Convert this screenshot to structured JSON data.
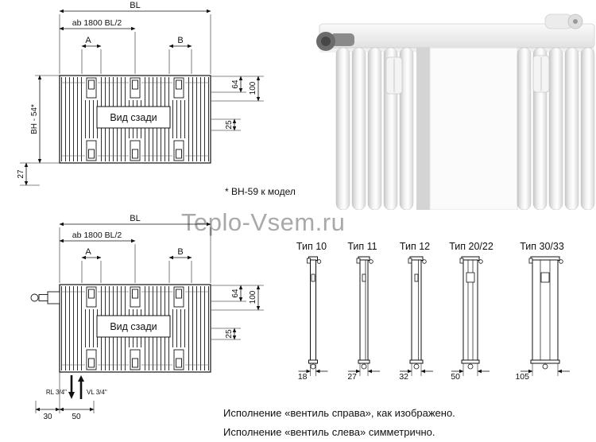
{
  "watermark": "Teplo-Vsem.ru",
  "note": "* BH-59 к модел",
  "drawing_top": {
    "bl": "BL",
    "ab": "ab 1800 BL/2",
    "a": "A",
    "b": "B",
    "d64": "64",
    "d100": "100",
    "d25": "25",
    "bh": "BH - 54*",
    "d27": "27",
    "view": "Вид сзади"
  },
  "drawing_bottom": {
    "bl": "BL",
    "ab": "ab 1800 BL/2",
    "a": "A",
    "b": "B",
    "d64": "64",
    "d100": "100",
    "d25": "25",
    "view": "Вид сзади",
    "rl": "RL 3/4\"",
    "vl": "VL 3/4\"",
    "d30": "30",
    "d50": "50"
  },
  "types": [
    {
      "label": "Тип 10",
      "width": "18"
    },
    {
      "label": "Тип 11",
      "width": "27"
    },
    {
      "label": "Тип 12",
      "width": "32"
    },
    {
      "label": "Тип 20/22",
      "width": "50"
    },
    {
      "label": "Тип 30/33",
      "width": "105"
    }
  ],
  "footer": {
    "line1": "Исполнение «вентиль справа», как изображено.",
    "line2": "Исполнение «вентиль слева» симметрично."
  }
}
